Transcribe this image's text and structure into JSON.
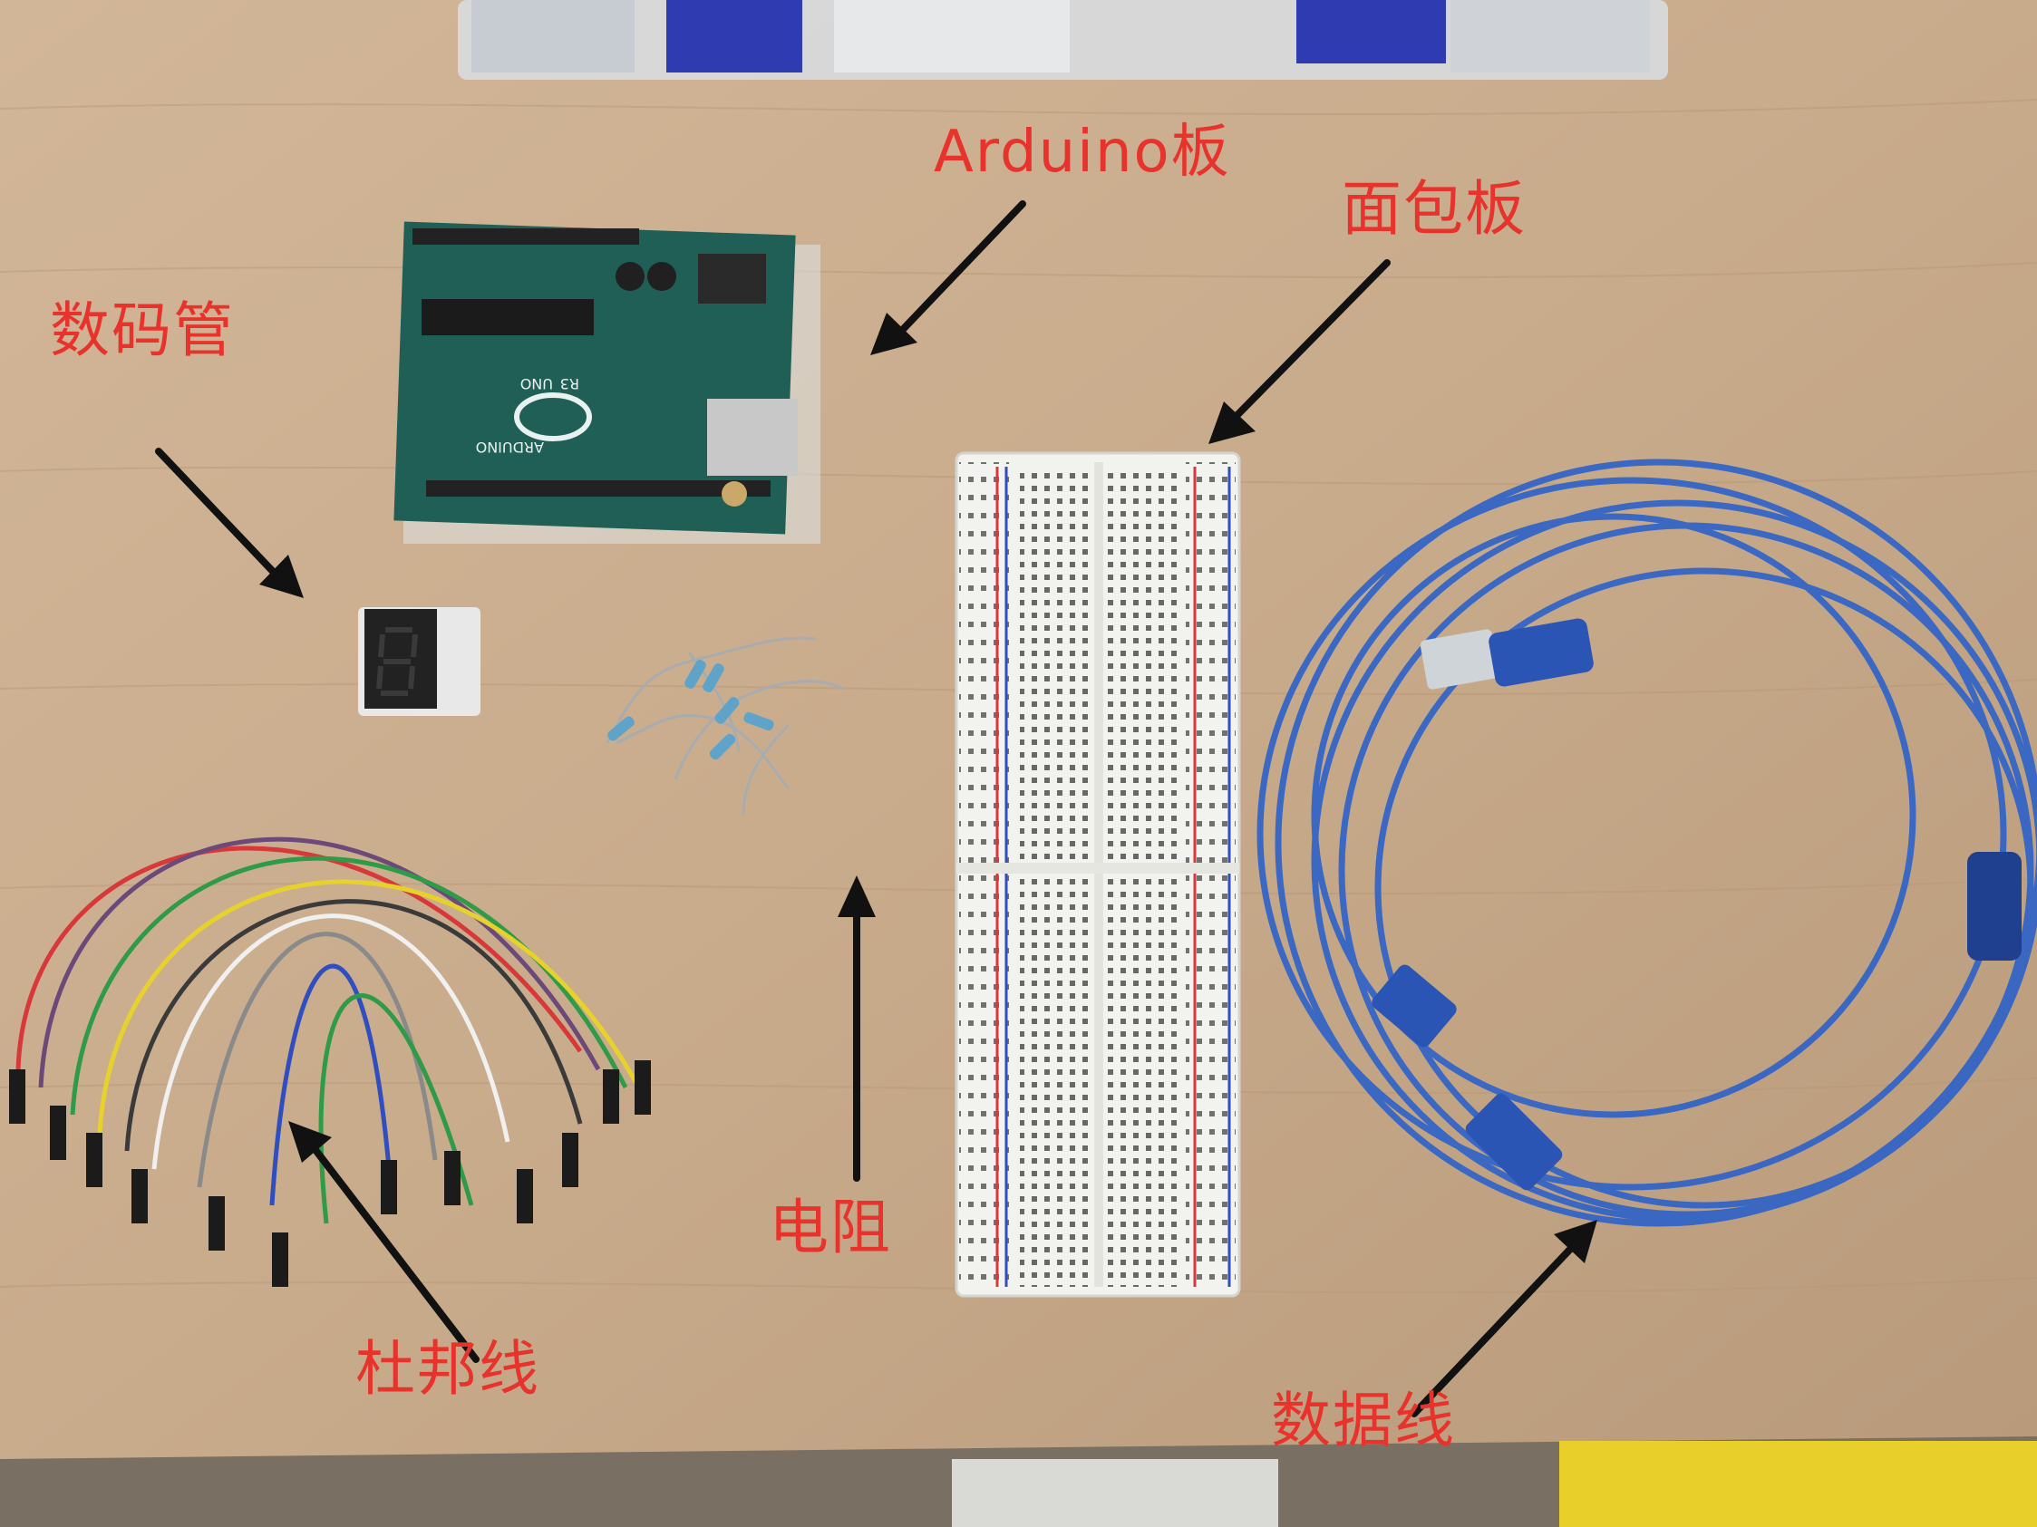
{
  "annotations": {
    "arduino": "Arduino板",
    "breadboard": "面包板",
    "segment_display": "数码管",
    "resistor": "电阻",
    "jumper_wires": "杜邦线",
    "usb_cable": "数据线"
  },
  "arduino_board": {
    "brand": "ARDUINO",
    "model": "UNO",
    "revision": "R3"
  },
  "colors": {
    "label": "#e8332c",
    "arrow": "#111111",
    "desk": "#c9ad8e",
    "pcb": "#1f5f55",
    "usb_cable": "#2f63c8",
    "breadboard": "#f2f2ee"
  }
}
